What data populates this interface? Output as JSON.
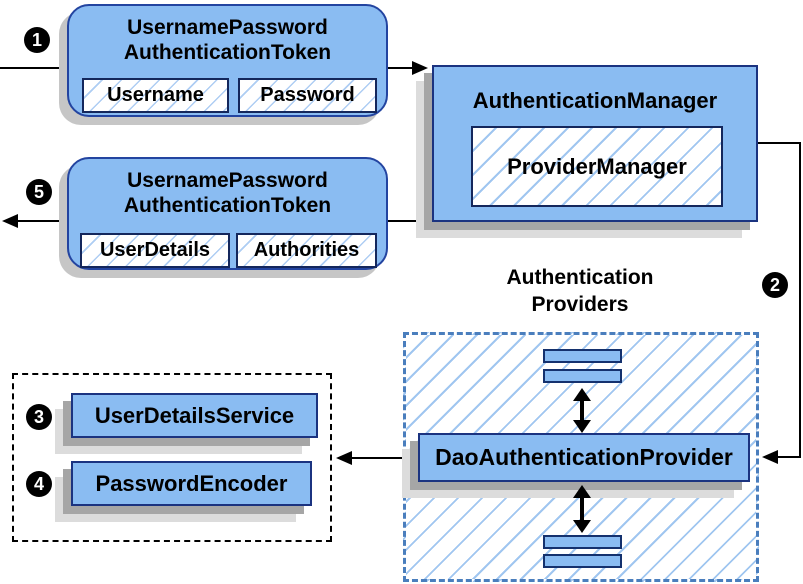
{
  "colors": {
    "box_fill": "#8abcf2",
    "box_border": "#1b3380",
    "field_border": "#14275c",
    "hatch_line": "#a0c6f0",
    "dashed_provider_border": "#4a7ebd",
    "dashed_services_border": "#000000",
    "flow_line": "#000000",
    "shadow_dark": "#a6a6a6",
    "shadow_light": "#dcdcdc"
  },
  "steps": {
    "s1": "1",
    "s2": "2",
    "s3": "3",
    "s4": "4",
    "s5": "5"
  },
  "token_request": {
    "title1": "UsernamePassword",
    "title2": "AuthenticationToken",
    "fields": [
      "Username",
      "Password"
    ]
  },
  "token_response": {
    "title1": "UsernamePassword",
    "title2": "AuthenticationToken",
    "fields": [
      "UserDetails",
      "Authorities"
    ]
  },
  "auth_manager": {
    "title": "AuthenticationManager",
    "inner": "ProviderManager"
  },
  "providers": {
    "heading1": "Authentication",
    "heading2": "Providers",
    "dao": "DaoAuthenticationProvider"
  },
  "services": {
    "user_details_service": "UserDetailsService",
    "password_encoder": "PasswordEncoder"
  }
}
